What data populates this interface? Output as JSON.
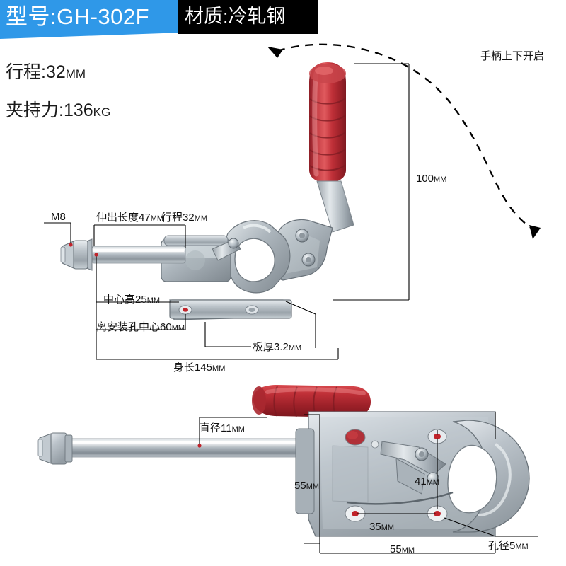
{
  "header": {
    "model_label": "型号:GH-302F",
    "material_label": "材质:冷轧钢",
    "accent_color": "#2f98e8",
    "material_bg": "#000000"
  },
  "specs": [
    {
      "name": "stroke",
      "text": "行程:32",
      "unit": "MM"
    },
    {
      "name": "clamping-force",
      "text": "夹持力:136",
      "unit": "KG"
    }
  ],
  "note": {
    "handle_motion": "手柄上下开启"
  },
  "top_view": {
    "dimensions": {
      "thread": {
        "label": "M8",
        "unit": ""
      },
      "extension": {
        "label": "伸出长度47",
        "unit": "MM"
      },
      "stroke": {
        "label": "行程32",
        "unit": "MM"
      },
      "center_height": {
        "label": "中心高25",
        "unit": "MM"
      },
      "hole_center_dist": {
        "label": "离安装孔中心60",
        "unit": "MM"
      },
      "plate_thickness": {
        "label": "板厚3.2",
        "unit": "MM"
      },
      "body_length": {
        "label": "身长145",
        "unit": "MM"
      },
      "handle_height": {
        "label": "100",
        "unit": "MM"
      }
    }
  },
  "front_view": {
    "dimensions": {
      "rod_diameter": {
        "label": "直径11",
        "unit": "MM"
      },
      "height": {
        "label": "55",
        "unit": "MM"
      },
      "jaw_opening": {
        "label": "41",
        "unit": "MM"
      },
      "hole_spacing_x": {
        "label": "35",
        "unit": "MM"
      },
      "width": {
        "label": "55",
        "unit": "MM"
      },
      "hole_diameter": {
        "label": "孔径5",
        "unit": "MM"
      }
    }
  },
  "product": {
    "handle_color": "#b22a33",
    "handle_color_light": "#d94a4f",
    "metal_color": "#b9c0c6",
    "metal_dark": "#6f787f",
    "metal_light": "#e6eaed"
  }
}
